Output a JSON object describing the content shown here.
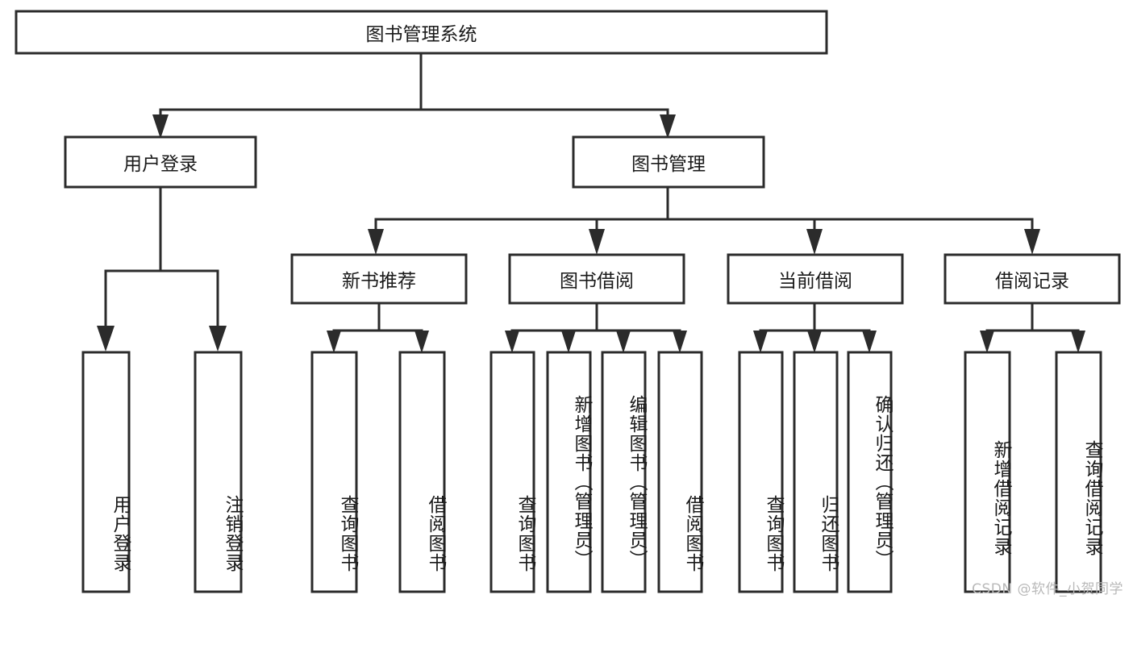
{
  "diagram": {
    "type": "tree-hierarchy-chart",
    "title": "图书管理系统",
    "root": {
      "id": "root",
      "label": "图书管理系统"
    },
    "level2": [
      {
        "id": "user-login",
        "label": "用户登录"
      },
      {
        "id": "book-management",
        "label": "图书管理"
      }
    ],
    "level3": [
      {
        "id": "new-book-recommend",
        "label": "新书推荐",
        "parent": "book-management"
      },
      {
        "id": "book-borrow",
        "label": "图书借阅",
        "parent": "book-management"
      },
      {
        "id": "current-borrow",
        "label": "当前借阅",
        "parent": "book-management"
      },
      {
        "id": "borrow-record",
        "label": "借阅记录",
        "parent": "book-management"
      }
    ],
    "leaves": [
      {
        "id": "leaf-user-login",
        "label": "用户登录",
        "parent": "user-login"
      },
      {
        "id": "leaf-logout-login",
        "label": "注销登录",
        "parent": "user-login"
      },
      {
        "id": "leaf-query-book-1",
        "label": "查询图书",
        "parent": "new-book-recommend"
      },
      {
        "id": "leaf-borrow-book-1",
        "label": "借阅图书",
        "parent": "new-book-recommend"
      },
      {
        "id": "leaf-query-book-2",
        "label": "查询图书",
        "parent": "book-borrow"
      },
      {
        "id": "leaf-add-book",
        "label": "新增图书（管理员）",
        "parent": "book-borrow"
      },
      {
        "id": "leaf-edit-book",
        "label": "编辑图书（管理员）",
        "parent": "book-borrow"
      },
      {
        "id": "leaf-borrow-book-2",
        "label": "借阅图书",
        "parent": "book-borrow"
      },
      {
        "id": "leaf-query-book-3",
        "label": "查询图书",
        "parent": "current-borrow"
      },
      {
        "id": "leaf-return-book",
        "label": "归还图书",
        "parent": "current-borrow"
      },
      {
        "id": "leaf-confirm-return",
        "label": "确认归还（管理员）",
        "parent": "current-borrow"
      },
      {
        "id": "leaf-add-record",
        "label": "新增借阅记录",
        "parent": "borrow-record"
      },
      {
        "id": "leaf-query-record",
        "label": "查询借阅记录",
        "parent": "borrow-record"
      }
    ],
    "colors": {
      "stroke": "#2b2b2b",
      "fill": "#ffffff",
      "text": "#1a1a1a",
      "watermark": "#b9b9b9"
    }
  },
  "watermark": {
    "text": "CSDN @软件_小贺同学"
  }
}
